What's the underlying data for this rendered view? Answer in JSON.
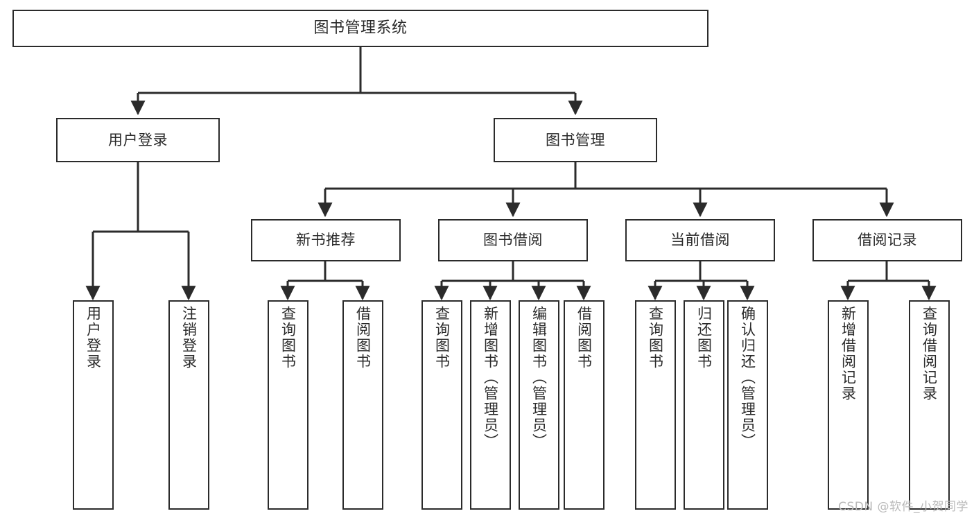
{
  "diagram": {
    "title": "图书管理系统",
    "type": "tree",
    "watermark": "CSDN @软件_小贺同学",
    "colors": {
      "box_border": "#2b2b2b",
      "box_fill": "#ffffff",
      "edge": "#2b2b2b",
      "text": "#2a2a2a",
      "watermark": "#b9b9b9"
    },
    "nodes": {
      "root": {
        "label": "图书管理系统"
      },
      "level2": [
        {
          "id": "user-login",
          "label": "用户登录"
        },
        {
          "id": "book-manage",
          "label": "图书管理"
        }
      ],
      "level3": [
        {
          "id": "new-book-rec",
          "label": "新书推荐"
        },
        {
          "id": "book-borrow",
          "label": "图书借阅"
        },
        {
          "id": "current-borrow",
          "label": "当前借阅"
        },
        {
          "id": "borrow-record",
          "label": "借阅记录"
        }
      ],
      "leaves": {
        "user-login": [
          {
            "id": "leaf-user-login",
            "label": "用户登录"
          },
          {
            "id": "leaf-logout",
            "label": "注销登录"
          }
        ],
        "new-book-rec": [
          {
            "id": "leaf-query-book-1",
            "label": "查询图书"
          },
          {
            "id": "leaf-borrow-book-1",
            "label": "借阅图书"
          }
        ],
        "book-borrow": [
          {
            "id": "leaf-query-book-2",
            "label": "查询图书"
          },
          {
            "id": "leaf-add-book",
            "label": "新增图书（管理员）"
          },
          {
            "id": "leaf-edit-book",
            "label": "编辑图书（管理员）"
          },
          {
            "id": "leaf-borrow-book-2",
            "label": "借阅图书"
          }
        ],
        "current-borrow": [
          {
            "id": "leaf-query-book-3",
            "label": "查询图书"
          },
          {
            "id": "leaf-return-book",
            "label": "归还图书"
          },
          {
            "id": "leaf-confirm-return",
            "label": "确认归还（管理员）"
          }
        ],
        "borrow-record": [
          {
            "id": "leaf-add-record",
            "label": "新增借阅记录"
          },
          {
            "id": "leaf-query-record",
            "label": "查询借阅记录"
          }
        ]
      }
    }
  }
}
